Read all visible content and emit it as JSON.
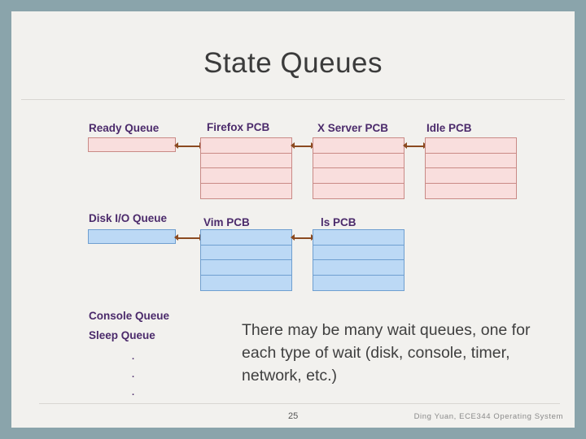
{
  "slide": {
    "title": "State Queues",
    "page_number": "25",
    "footer_credit": "Ding Yuan, ECE344 Operating System",
    "body_text": "There may be many wait queues, one for each type of wait (disk, console, timer, network, etc.)",
    "ellipsis": ".",
    "colors": {
      "background": "#8aa4ab",
      "slide": "#f2f1ee",
      "label": "#4b2a6b",
      "pink_fill": "#f9dedd",
      "pink_border": "#c98a86",
      "blue_fill": "#bcd9f5",
      "blue_border": "#6f9fd0",
      "arrow": "#8b4a20",
      "title_text": "#3b3b3b"
    }
  },
  "labels": {
    "ready_queue": "Ready Queue",
    "firefox_pcb": "Firefox PCB",
    "x_server_pcb": "X Server PCB",
    "idle_pcb": "Idle PCB",
    "disk_io_queue": "Disk I/O Queue",
    "vim_pcb": "Vim PCB",
    "ls_pcb": "ls PCB",
    "console_queue": "Console Queue",
    "sleep_queue": "Sleep Queue"
  }
}
